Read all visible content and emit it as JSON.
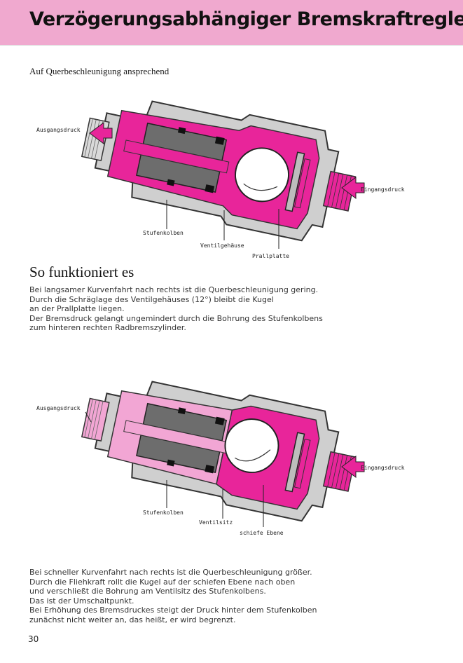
{
  "header": {
    "title": "Verzögerungsabhängiger Bremskraftregler",
    "color": "#f0a9cf"
  },
  "subtitle": "Auf Querbeschleunigung ansprechend",
  "colors": {
    "magenta": "#e8259a",
    "light_pink": "#f2a6d4",
    "housing": "#cfcfcf",
    "dark": "#555555"
  },
  "diagram1": {
    "labels": {
      "ausgang": "Ausgangsdruck",
      "eingang": "Eingangsdruck",
      "stufenkolben": "Stufenkolben",
      "ventilgehaeuse": "Ventilgehäuse",
      "prallplatte": "Prallplatte"
    }
  },
  "section_title": "So funktioniert es",
  "paragraph1": [
    "Bei langsamer Kurvenfahrt nach rechts ist die Querbeschleunigung gering.",
    "Durch die Schräglage des Ventilgehäuses (12°) bleibt die Kugel",
    "an der Prallplatte liegen.",
    "Der Bremsdruck gelangt ungemindert durch die Bohrung des Stufenkolbens",
    "zum hinteren rechten Radbremszylinder."
  ],
  "diagram2": {
    "labels": {
      "ausgang": "Ausgangsdruck",
      "eingang": "Eingangsdruck",
      "stufenkolben": "Stufenkolben",
      "ventilsitz": "Ventilsitz",
      "schiefe_ebene": "schiefe Ebene"
    }
  },
  "paragraph2": [
    "Bei schneller Kurvenfahrt nach rechts ist die Querbeschleunigung größer.",
    "Durch die Fliehkraft rollt die Kugel auf der schiefen Ebene nach oben",
    "und verschließt die Bohrung am Ventilsitz des Stufenkolbens.",
    "Das ist der Umschaltpunkt.",
    "Bei Erhöhung des Bremsdruckes steigt der Druck hinter dem Stufenkolben",
    "zunächst nicht weiter an, das heißt, er wird begrenzt."
  ],
  "page_number": "30"
}
